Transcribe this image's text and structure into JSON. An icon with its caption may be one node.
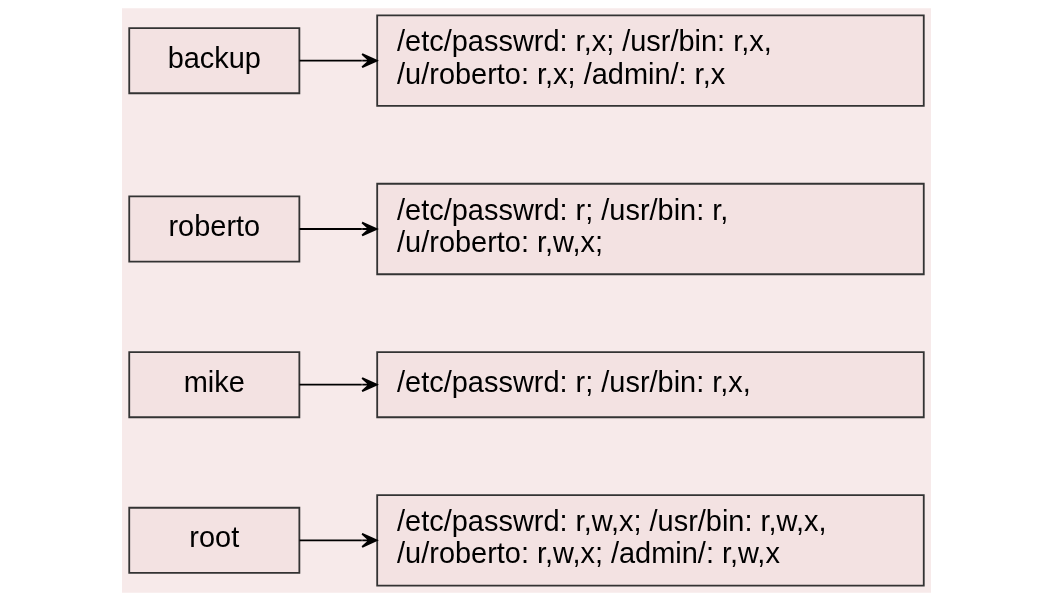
{
  "diagram": {
    "nodes": [
      {
        "text": [
          "root"
        ]
      },
      {
        "text": [
          "/etc/passwrd: r,w,x; /usr/bin: r,w,x, /u/roberto: r,w,x; /admin/: r,w,x"
        ]
      },
      {
        "text": [
          "mike"
        ]
      },
      {
        "text": [
          "/etc/passwrd: r; /usr/bin: r,x,"
        ]
      },
      {
        "text": [
          "roberto"
        ]
      },
      {
        "text": [
          "/etc/passwrd: r; /usr/bin: r, /u/roberto: r,w,x;"
        ]
      },
      {
        "text": [
          "backup"
        ]
      },
      {
        "text": [
          "/etc/passwrd: r,x; /usr/bin: r,x, /u/roberto: r,x; /admin/: r,x"
        ]
      }
    ],
    "edges": [
      {
        "from": 0,
        "to": 1,
        "arrow": "to"
      },
      {
        "from": 2,
        "to": 3,
        "arrow": "to"
      },
      {
        "from": 4,
        "to": 5,
        "arrow": "to"
      },
      {
        "from": 6,
        "to": 7,
        "arrow": "to"
      }
    ]
  }
}
